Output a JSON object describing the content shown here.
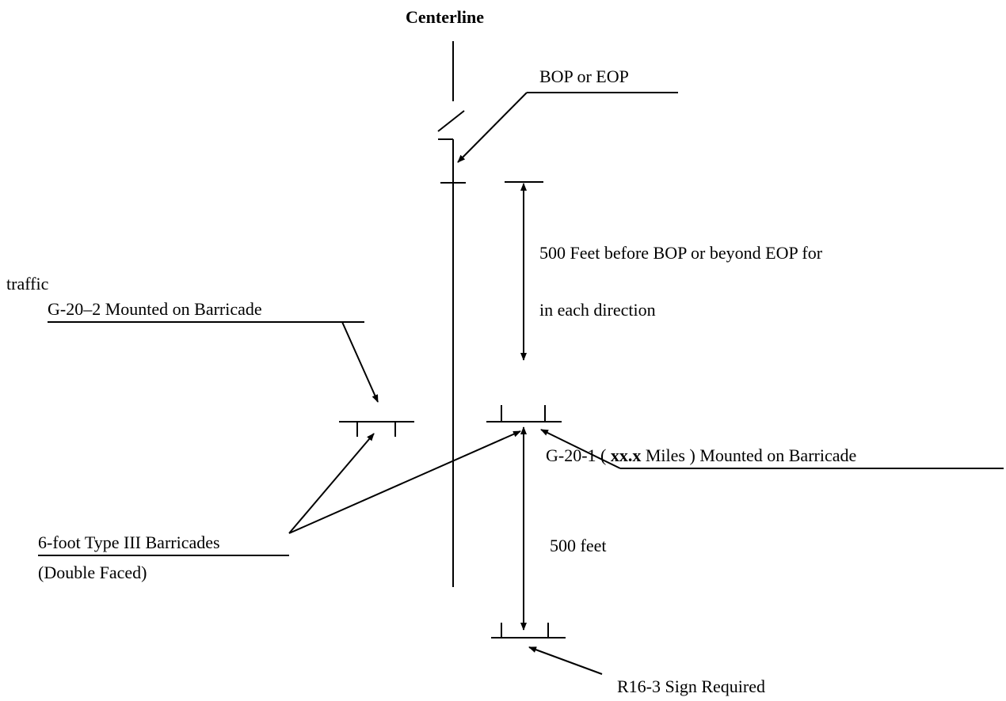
{
  "labels": {
    "centerline": "Centerline",
    "bop_eop": "BOP  or  EOP",
    "dist_line1": "500 Feet before BOP or beyond EOP for",
    "dist_line2": "in each direction",
    "traffic": "traffic",
    "g20_2": "G-20–2 Mounted on Barricade",
    "g20_1_prefix": "G-20-1 ( ",
    "g20_1_value": "xx.x",
    "g20_1_suffix": " Miles ) Mounted on Barricade",
    "barricades_line1": "6-foot  Type III Barricades",
    "barricades_line2": "(Double Faced)",
    "dist_500": "500 feet",
    "r16_3": "R16-3 Sign Required"
  }
}
